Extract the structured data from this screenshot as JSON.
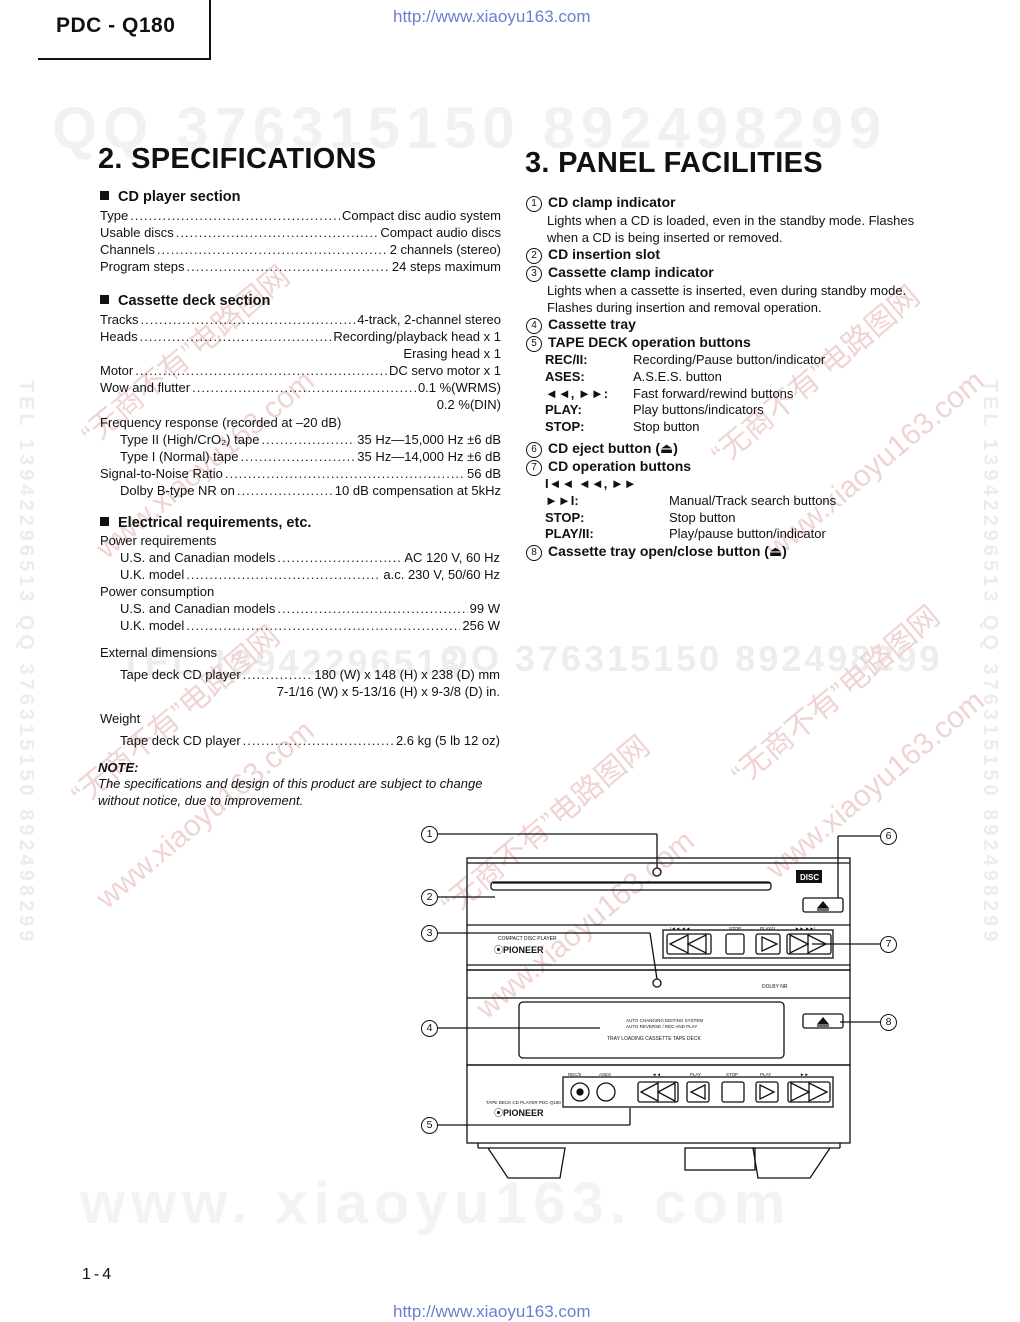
{
  "header": {
    "model": "PDC - Q180"
  },
  "source_url": "http://www.xiaoyu163.com",
  "watermarks": {
    "qq_line": "QQ 376315150   892498299",
    "qq_line_mid": "QQ 376315150   892498299",
    "tel_line": "TEL 13942296513",
    "site_big": "www. xiaoyu163. com",
    "diag_cn": "“无商不有”电路图网",
    "diag_site": "www.xiaoyu163.com",
    "vertical": "TEL 13942296513  QQ 376315150  892498299"
  },
  "specifications": {
    "title": "2. SPECIFICATIONS",
    "cd": {
      "heading": "CD player section",
      "rows": [
        {
          "label": "Type",
          "value": "Compact disc audio system"
        },
        {
          "label": "Usable discs",
          "value": "Compact audio discs"
        },
        {
          "label": "Channels",
          "value": "2 channels (stereo)"
        },
        {
          "label": "Program steps",
          "value": "24 steps maximum"
        }
      ]
    },
    "cassette": {
      "heading": "Cassette deck section",
      "tracks": {
        "label": "Tracks",
        "value": "4-track, 2-channel stereo"
      },
      "heads": {
        "label": "Heads",
        "value": "Recording/playback head x 1",
        "value2": "Erasing head x 1"
      },
      "motor": {
        "label": "Motor",
        "value": "DC servo motor x 1"
      },
      "wow": {
        "label": "Wow and flutter",
        "value": "0.1 %(WRMS)",
        "value2": "0.2 %(DIN)"
      },
      "freq_label": "Frequency response (recorded at –20 dB)",
      "type2": {
        "label": "Type II (High/CrO₂) tape",
        "value": "35 Hz—15,000 Hz ±6 dB"
      },
      "type1": {
        "label": "Type I (Normal) tape",
        "value": "35 Hz—14,000 Hz ±6 dB"
      },
      "snr": {
        "label": "Signal-to-Noise Ratio",
        "value": "56 dB"
      },
      "dolby": {
        "label": "Dolby B-type NR on",
        "value": "10 dB compensation at 5kHz"
      }
    },
    "electrical": {
      "heading": "Electrical requirements, etc.",
      "power_req": "Power requirements",
      "us_req": {
        "label": "U.S. and Canadian models",
        "value": "AC 120 V, 60 Hz"
      },
      "uk_req": {
        "label": "U.K. model",
        "value": "a.c. 230 V, 50/60 Hz"
      },
      "power_cons": "Power consumption",
      "us_cons": {
        "label": "U.S. and Canadian models",
        "value": "99 W"
      },
      "uk_cons": {
        "label": "U.K. model",
        "value": "256 W"
      },
      "ext_dim": "External dimensions",
      "dim": {
        "label": "Tape deck CD player",
        "value": "180 (W) x 148 (H) x 238 (D) mm",
        "value2": "7-1/16 (W) x 5-13/16 (H) x 9-3/8 (D) in."
      },
      "weight": "Weight",
      "wt": {
        "label": "Tape deck CD player",
        "value": "2.6 kg (5 lb 12 oz)"
      }
    },
    "note": {
      "heading": "NOTE:",
      "line1": "The specifications and design of this product are subject to change",
      "line2": "without notice, due to improvement."
    }
  },
  "panel": {
    "title": "3. PANEL FACILITIES",
    "items": [
      {
        "num": "1",
        "name": "CD clamp indicator",
        "desc": [
          "Lights when a CD is loaded, even in the standby mode. Flashes",
          "when a CD is being inserted or removed."
        ]
      },
      {
        "num": "2",
        "name": "CD insertion slot"
      },
      {
        "num": "3",
        "name": "Cassette clamp indicator",
        "desc": [
          "Lights when a cassette is inserted, even during standby mode.",
          "Flashes during insertion and removal operation."
        ]
      },
      {
        "num": "4",
        "name": "Cassette tray"
      },
      {
        "num": "5",
        "name": "TAPE DECK operation buttons"
      },
      {
        "num": "6",
        "name": "CD eject button (⏏)"
      },
      {
        "num": "7",
        "name": "CD operation buttons"
      },
      {
        "num": "8",
        "name": "Cassette tray open/close button (⏏)"
      }
    ],
    "tape_buttons": [
      {
        "key": "REC/II:",
        "desc": "Recording/Pause button/indicator"
      },
      {
        "key": "ASES:",
        "desc": "A.S.E.S. button"
      },
      {
        "key": "◄◄, ►►:",
        "desc": "Fast forward/rewind buttons"
      },
      {
        "key": "PLAY:",
        "desc": "Play buttons/indicators"
      },
      {
        "key": "STOP:",
        "desc": "Stop button"
      }
    ],
    "cd_buttons": [
      {
        "key": "I◄◄ ◄◄, ►► ►►I:",
        "desc": "Manual/Track search buttons"
      },
      {
        "key": "STOP:",
        "desc": "Stop button"
      },
      {
        "key": "PLAY/II:",
        "desc": "Play/pause button/indicator"
      }
    ]
  },
  "diagram": {
    "callouts": [
      "1",
      "2",
      "3",
      "4",
      "5",
      "6",
      "7",
      "8"
    ],
    "brand": "PIONEER",
    "cd_label": "COMPACT DISC PLAYER",
    "disc_logo": "DISC",
    "cd_btn_labels": [
      "I◄◄ ◄◄",
      "STOP",
      "PLAY/II",
      "►► ►►I"
    ],
    "deck_text1": "AUTO CHANGING EDITING SYSTEM",
    "deck_text2": "AUTO REVERSE / REC AND PLAY",
    "deck_text3": "TRAY LOADING CASSETTE TAPE DECK",
    "tape_btn_labels": [
      "REC/II",
      "ASES",
      "◄◄",
      "PLAY",
      "STOP",
      "PLAY",
      "►►"
    ],
    "tape_model_label": "TAPE DECK CD PLAYER PDC-Q180",
    "dolby_label": "DOLBY NR"
  },
  "footer": {
    "page": "1-4"
  }
}
